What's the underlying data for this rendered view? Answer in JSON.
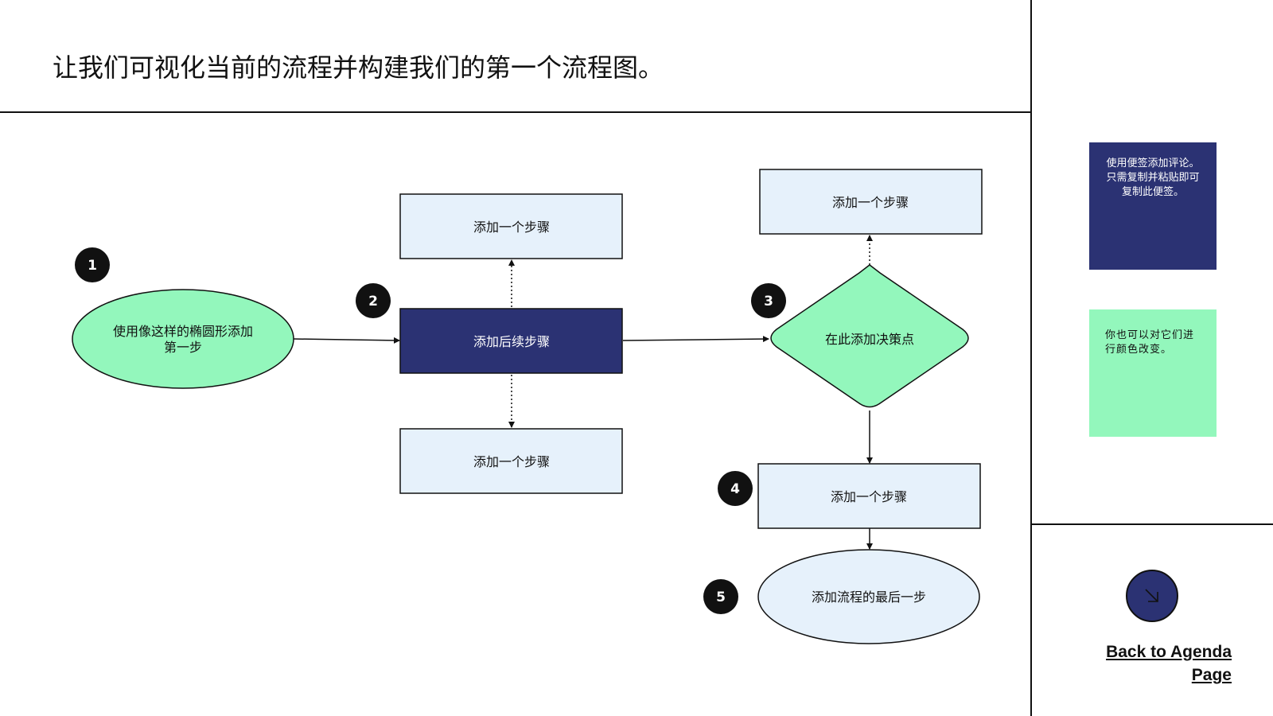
{
  "page": {
    "title": "让我们可视化当前的流程并构建我们的第一个流程图。"
  },
  "flowchart": {
    "nodes": {
      "start_ellipse": {
        "line1": "使用像这样的椭圆形添加",
        "line2": "第一步"
      },
      "step_top": {
        "label": "添加一个步骤"
      },
      "step_main": {
        "label": "添加后续步骤"
      },
      "step_bottom": {
        "label": "添加一个步骤"
      },
      "decision": {
        "label": "在此添加决策点"
      },
      "decision_top": {
        "label": "添加一个步骤"
      },
      "step_four": {
        "label": "添加一个步骤"
      },
      "end_ellipse": {
        "label": "添加流程的最后一步"
      }
    },
    "badges": [
      "1",
      "2",
      "3",
      "4",
      "5"
    ]
  },
  "sidebar": {
    "note_blue": {
      "line1": "使用便签添加评论。",
      "line2": "只需复制并粘贴即可",
      "line3": "复制此便签。"
    },
    "note_green": {
      "line1": "你也可以对它们进",
      "line2": "行颜色改变。"
    },
    "back_link": {
      "line1": "Back to Agenda",
      "line2": "Page"
    },
    "arrow_icon": "arrow-down-right-icon"
  },
  "colors": {
    "navy": "#2b3273",
    "mint": "#93f7bc",
    "light_blue": "#e6f1fb",
    "outline": "#111111"
  }
}
